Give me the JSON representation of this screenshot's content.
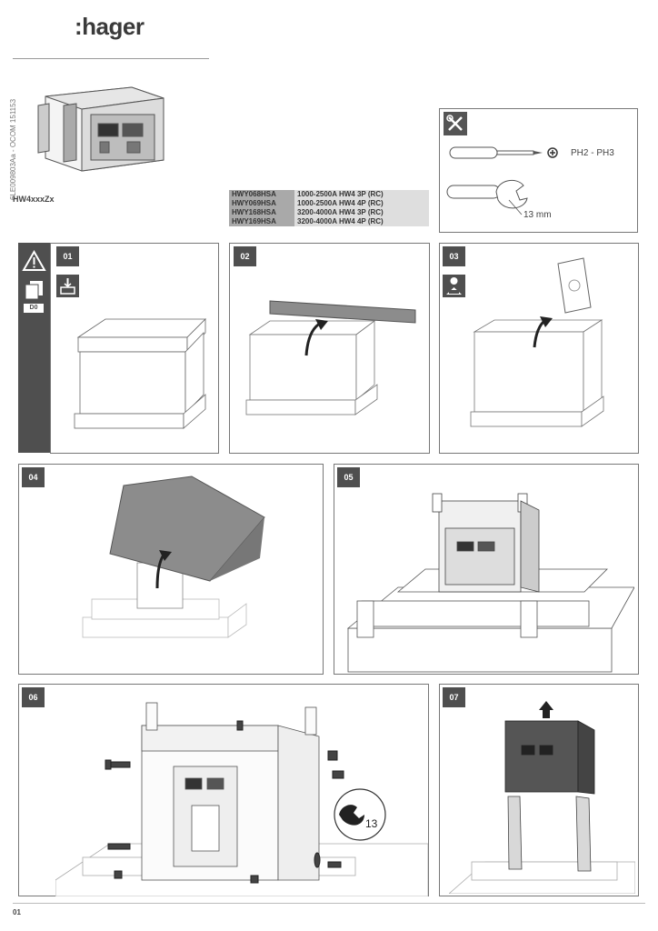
{
  "brand": {
    "logo_text": ":hager"
  },
  "document": {
    "vertical_code": "6LE009803Aa - OCOM 151153",
    "model": "HW4xxxZx",
    "page_number": "01"
  },
  "references": [
    {
      "ref": "HWY068HSA",
      "desc": "1000-2500A HW4 3P (RC)"
    },
    {
      "ref": "HWY069HSA",
      "desc": "1000-2500A HW4 4P (RC)"
    },
    {
      "ref": "HWY168HSA",
      "desc": "3200-4000A HW4 3P (RC)"
    },
    {
      "ref": "HWY169HSA",
      "desc": "3200-4000A HW4 4P (RC)"
    }
  ],
  "tools": {
    "screwdriver_spec": "PH2 - PH3",
    "wrench_spec": "13 mm"
  },
  "steps": {
    "s01": "01",
    "s02": "02",
    "s03": "03",
    "s04": "04",
    "s05": "05",
    "s06": "06",
    "s07": "07",
    "sidebar_badge": "D0",
    "wrench_size_06": "13"
  }
}
